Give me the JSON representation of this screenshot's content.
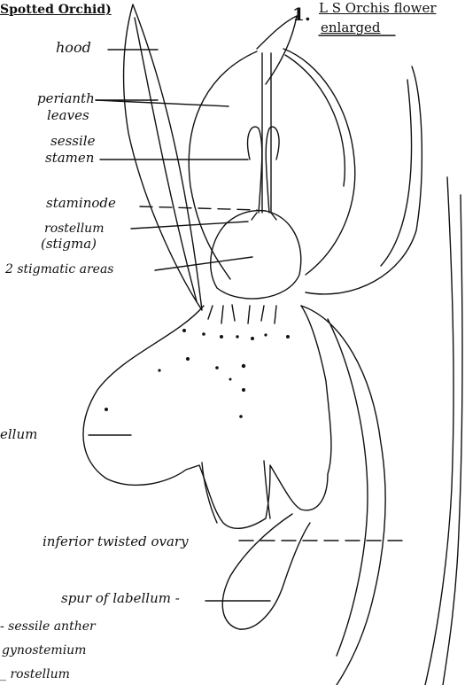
{
  "header": {
    "title_left": "Spotted Orchid)",
    "number": "1.",
    "title_right_line1": "L S Orchis flower",
    "title_right_line2": "enlarged"
  },
  "labels": {
    "hood": "hood",
    "perianth_line1": "perianth",
    "perianth_line2": "leaves",
    "sessile_line1": "sessile",
    "sessile_line2": "stamen",
    "staminode": "staminode",
    "rostellum_line1": "rostellum",
    "rostellum_line2": "(stigma)",
    "stigmatic_areas": "2 stigmatic areas",
    "labellum_partial": "ellum",
    "inferior_ovary": "inferior twisted ovary",
    "spur": "spur of labellum -",
    "sessile_anther": "- sessile anther",
    "gynostemium": "gynostemium",
    "rostellum_bottom": "_ rostellum"
  }
}
